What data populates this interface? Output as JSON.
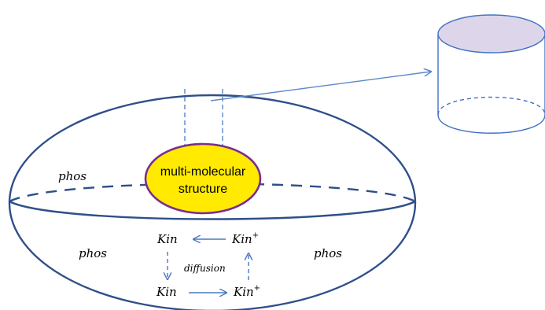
{
  "diagram": {
    "center_structure": {
      "line1": "multi-molecular",
      "line2": "structure"
    },
    "labels": {
      "phos_top_left": "phos",
      "phos_left": "phos",
      "phos_right": "phos",
      "kin_top_left": "Kin",
      "kin_top_right": "Kin",
      "kin_top_right_sup": "+",
      "kin_bottom_left": "Kin",
      "kin_bottom_right": "Kin",
      "kin_bottom_right_sup": "+",
      "diffusion": "diffusion"
    },
    "colors": {
      "outline": "#2f4f8a",
      "arrow": "#5b86c9",
      "center_fill": "#ffea00",
      "center_stroke": "#7a2d8f",
      "cylinder_top": "#ddd6ea",
      "cylinder_stroke": "#4472c4"
    }
  }
}
